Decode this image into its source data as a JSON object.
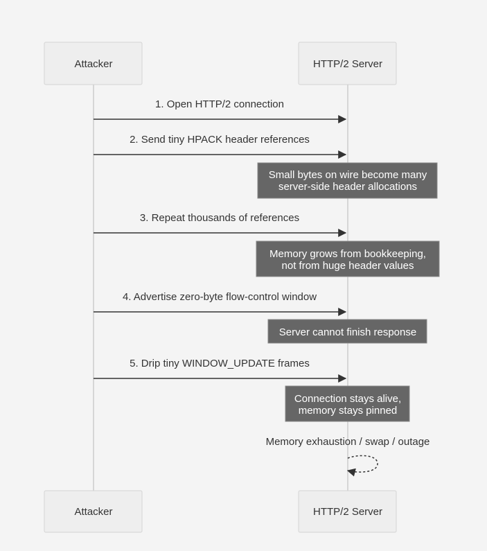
{
  "diagram": {
    "actors": {
      "attacker": "Attacker",
      "server": "HTTP/2 Server"
    },
    "messages": [
      "1. Open HTTP/2 connection",
      "2. Send tiny HPACK header references",
      "3. Repeat thousands of references",
      "4. Advertise zero-byte flow-control window",
      "5. Drip tiny WINDOW_UPDATE frames",
      "Memory exhaustion / swap / outage"
    ],
    "notes": [
      [
        "Small bytes on wire become many",
        "server-side header allocations"
      ],
      [
        "Memory grows from bookkeeping,",
        "not from huge header values"
      ],
      [
        "Server cannot finish response"
      ],
      [
        "Connection stays alive,",
        "memory stays pinned"
      ]
    ],
    "colors": {
      "background": "#f4f4f4",
      "actor_fill": "#eeeeee",
      "note_fill": "#666666",
      "line": "#333333",
      "lifeline": "#cccccc"
    }
  }
}
